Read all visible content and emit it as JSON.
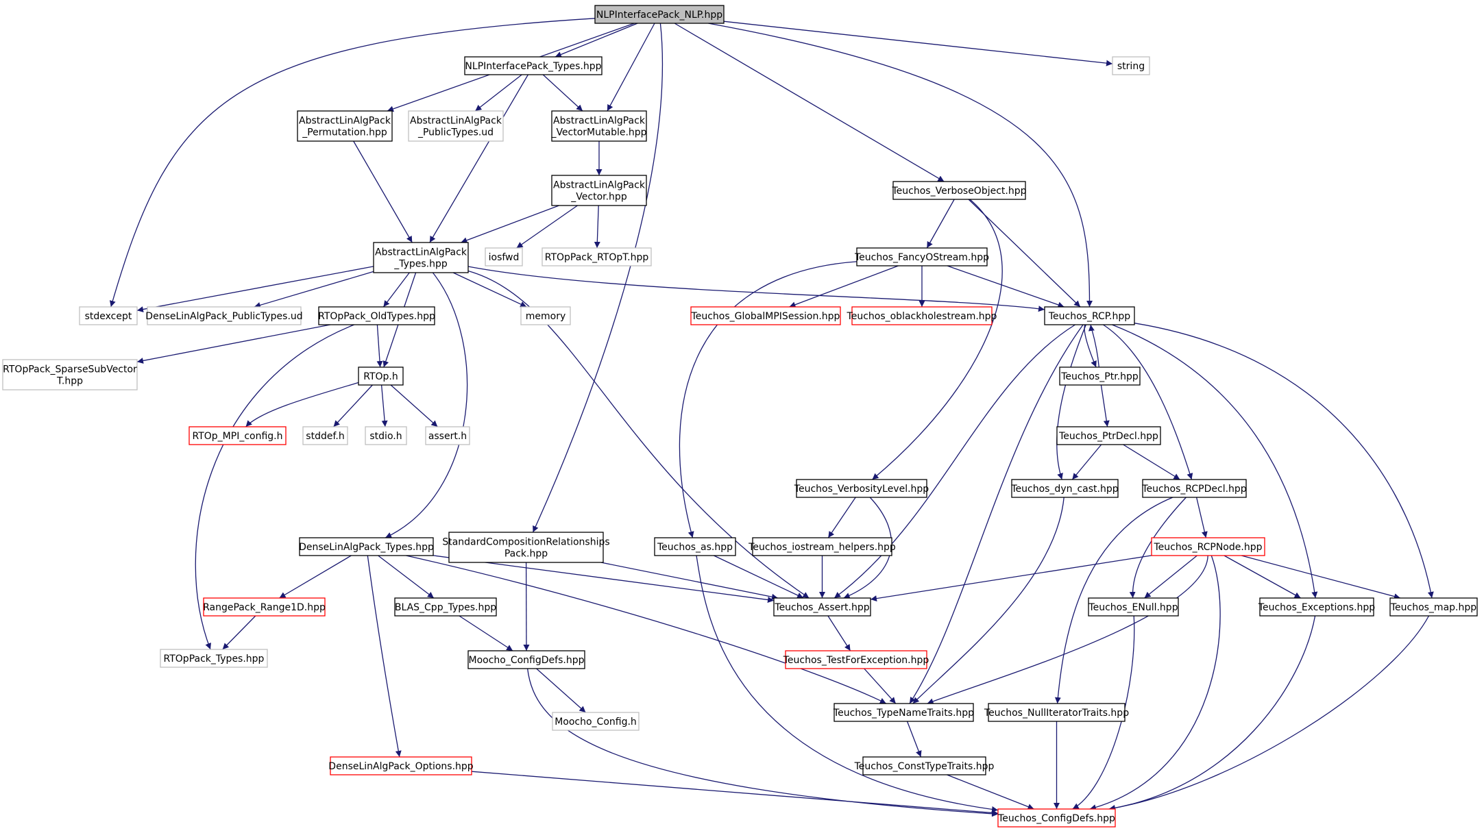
{
  "colors": {
    "edge": "#191970",
    "normal_border": "#000000",
    "missing_border": "#bfbfbf",
    "truncated_border": "#ff0000",
    "root_fill": "#bfbfbf",
    "fill": "#ffffff"
  },
  "nodes": {
    "nlp": {
      "lines": [
        "NLPInterfacePack_NLP.hpp"
      ],
      "kind": "root"
    },
    "nlp_types": {
      "lines": [
        "NLPInterfacePack_Types.hpp"
      ],
      "kind": "normal"
    },
    "string": {
      "lines": [
        "string"
      ],
      "kind": "missing"
    },
    "perm": {
      "lines": [
        "AbstractLinAlgPack",
        "_Permutation.hpp"
      ],
      "kind": "normal"
    },
    "pub_ud": {
      "lines": [
        "AbstractLinAlgPack",
        "_PublicTypes.ud"
      ],
      "kind": "missing"
    },
    "vecmut": {
      "lines": [
        "AbstractLinAlgPack",
        "_VectorMutable.hpp"
      ],
      "kind": "normal"
    },
    "vec": {
      "lines": [
        "AbstractLinAlgPack",
        "_Vector.hpp"
      ],
      "kind": "normal"
    },
    "verbose": {
      "lines": [
        "Teuchos_VerboseObject.hpp"
      ],
      "kind": "normal"
    },
    "alap_types": {
      "lines": [
        "AbstractLinAlgPack",
        "_Types.hpp"
      ],
      "kind": "normal"
    },
    "iosfwd": {
      "lines": [
        "iosfwd"
      ],
      "kind": "missing"
    },
    "rtopt": {
      "lines": [
        "RTOpPack_RTOpT.hpp"
      ],
      "kind": "missing"
    },
    "fancy": {
      "lines": [
        "Teuchos_FancyOStream.hpp"
      ],
      "kind": "normal"
    },
    "stdexcept": {
      "lines": [
        "stdexcept"
      ],
      "kind": "missing"
    },
    "dense_pub_ud": {
      "lines": [
        "DenseLinAlgPack_PublicTypes.ud"
      ],
      "kind": "missing"
    },
    "oldtypes": {
      "lines": [
        "RTOpPack_OldTypes.hpp"
      ],
      "kind": "normal"
    },
    "memory": {
      "lines": [
        "memory"
      ],
      "kind": "missing"
    },
    "mpisession": {
      "lines": [
        "Teuchos_GlobalMPISession.hpp"
      ],
      "kind": "truncated"
    },
    "oblack": {
      "lines": [
        "Teuchos_oblackholestream.hpp"
      ],
      "kind": "truncated"
    },
    "rcp": {
      "lines": [
        "Teuchos_RCP.hpp"
      ],
      "kind": "normal"
    },
    "sparse": {
      "lines": [
        "RTOpPack_SparseSubVector",
        "T.hpp"
      ],
      "kind": "missing"
    },
    "rtop_h": {
      "lines": [
        "RTOp.h"
      ],
      "kind": "normal"
    },
    "ptr": {
      "lines": [
        "Teuchos_Ptr.hpp"
      ],
      "kind": "normal"
    },
    "mpi_config": {
      "lines": [
        "RTOp_MPI_config.h"
      ],
      "kind": "truncated"
    },
    "stddef": {
      "lines": [
        "stddef.h"
      ],
      "kind": "missing"
    },
    "stdio": {
      "lines": [
        "stdio.h"
      ],
      "kind": "missing"
    },
    "assert_h": {
      "lines": [
        "assert.h"
      ],
      "kind": "missing"
    },
    "ptrdecl": {
      "lines": [
        "Teuchos_PtrDecl.hpp"
      ],
      "kind": "normal"
    },
    "verbosity": {
      "lines": [
        "Teuchos_VerbosityLevel.hpp"
      ],
      "kind": "normal"
    },
    "dyncast": {
      "lines": [
        "Teuchos_dyn_cast.hpp"
      ],
      "kind": "normal"
    },
    "rcpdecl": {
      "lines": [
        "Teuchos_RCPDecl.hpp"
      ],
      "kind": "normal"
    },
    "dense_types": {
      "lines": [
        "DenseLinAlgPack_Types.hpp"
      ],
      "kind": "normal"
    },
    "stdcomp": {
      "lines": [
        "StandardCompositionRelationships",
        "Pack.hpp"
      ],
      "kind": "normal"
    },
    "as": {
      "lines": [
        "Teuchos_as.hpp"
      ],
      "kind": "normal"
    },
    "iostream": {
      "lines": [
        "Teuchos_iostream_helpers.hpp"
      ],
      "kind": "normal"
    },
    "rcpnode": {
      "lines": [
        "Teuchos_RCPNode.hpp"
      ],
      "kind": "truncated"
    },
    "range1d": {
      "lines": [
        "RangePack_Range1D.hpp"
      ],
      "kind": "truncated"
    },
    "blas": {
      "lines": [
        "BLAS_Cpp_Types.hpp"
      ],
      "kind": "normal"
    },
    "assert_hpp": {
      "lines": [
        "Teuchos_Assert.hpp"
      ],
      "kind": "normal"
    },
    "enull": {
      "lines": [
        "Teuchos_ENull.hpp"
      ],
      "kind": "normal"
    },
    "exceptions": {
      "lines": [
        "Teuchos_Exceptions.hpp"
      ],
      "kind": "normal"
    },
    "map": {
      "lines": [
        "Teuchos_map.hpp"
      ],
      "kind": "normal"
    },
    "rtoptypes": {
      "lines": [
        "RTOpPack_Types.hpp"
      ],
      "kind": "missing"
    },
    "moocho_defs": {
      "lines": [
        "Moocho_ConfigDefs.hpp"
      ],
      "kind": "normal"
    },
    "testforexc": {
      "lines": [
        "Teuchos_TestForException.hpp"
      ],
      "kind": "truncated"
    },
    "moocho_cfg": {
      "lines": [
        "Moocho_Config.h"
      ],
      "kind": "missing"
    },
    "typename": {
      "lines": [
        "Teuchos_TypeNameTraits.hpp"
      ],
      "kind": "normal"
    },
    "nulliter": {
      "lines": [
        "Teuchos_NullIteratorTraits.hpp"
      ],
      "kind": "normal"
    },
    "dense_opts": {
      "lines": [
        "DenseLinAlgPack_Options.hpp"
      ],
      "kind": "truncated"
    },
    "consttype": {
      "lines": [
        "Teuchos_ConstTypeTraits.hpp"
      ],
      "kind": "normal"
    },
    "configdefs": {
      "lines": [
        "Teuchos_ConfigDefs.hpp"
      ],
      "kind": "truncated"
    }
  },
  "edges": [
    [
      "nlp",
      "nlp_types"
    ],
    [
      "nlp",
      "perm"
    ],
    [
      "nlp",
      "vecmut"
    ],
    [
      "nlp",
      "string"
    ],
    [
      "nlp",
      "stdexcept"
    ],
    [
      "nlp",
      "verbose"
    ],
    [
      "nlp",
      "rcp"
    ],
    [
      "nlp",
      "stdcomp"
    ],
    [
      "nlp_types",
      "pub_ud"
    ],
    [
      "nlp_types",
      "vecmut"
    ],
    [
      "nlp_types",
      "alap_types"
    ],
    [
      "perm",
      "alap_types"
    ],
    [
      "vecmut",
      "vec"
    ],
    [
      "vec",
      "alap_types"
    ],
    [
      "vec",
      "iosfwd"
    ],
    [
      "vec",
      "rtopt"
    ],
    [
      "alap_types",
      "stdexcept"
    ],
    [
      "alap_types",
      "dense_pub_ud"
    ],
    [
      "alap_types",
      "oldtypes"
    ],
    [
      "alap_types",
      "memory"
    ],
    [
      "alap_types",
      "rtop_h"
    ],
    [
      "alap_types",
      "rcp"
    ],
    [
      "alap_types",
      "dense_types"
    ],
    [
      "alap_types",
      "assert_hpp"
    ],
    [
      "oldtypes",
      "sparse"
    ],
    [
      "oldtypes",
      "rtop_h"
    ],
    [
      "oldtypes",
      "rtoptypes"
    ],
    [
      "rtop_h",
      "mpi_config"
    ],
    [
      "rtop_h",
      "stddef"
    ],
    [
      "rtop_h",
      "stdio"
    ],
    [
      "rtop_h",
      "assert_h"
    ],
    [
      "verbose",
      "fancy"
    ],
    [
      "verbose",
      "rcp"
    ],
    [
      "verbose",
      "verbosity"
    ],
    [
      "fancy",
      "mpisession"
    ],
    [
      "fancy",
      "oblack"
    ],
    [
      "fancy",
      "rcp"
    ],
    [
      "fancy",
      "as"
    ],
    [
      "rcp",
      "ptr"
    ],
    [
      "rcp",
      "dyncast"
    ],
    [
      "rcp",
      "rcpdecl"
    ],
    [
      "rcp",
      "assert_hpp"
    ],
    [
      "rcp",
      "typename"
    ],
    [
      "rcp",
      "exceptions"
    ],
    [
      "rcp",
      "map"
    ],
    [
      "ptr",
      "rcp"
    ],
    [
      "ptr",
      "ptrdecl"
    ],
    [
      "ptrdecl",
      "dyncast"
    ],
    [
      "ptrdecl",
      "rcpdecl"
    ],
    [
      "rcpdecl",
      "rcpnode"
    ],
    [
      "rcpdecl",
      "enull"
    ],
    [
      "rcpdecl",
      "nulliter"
    ],
    [
      "rcpnode",
      "assert_hpp"
    ],
    [
      "rcpnode",
      "enull"
    ],
    [
      "rcpnode",
      "exceptions"
    ],
    [
      "rcpnode",
      "map"
    ],
    [
      "rcpnode",
      "typename"
    ],
    [
      "rcpnode",
      "configdefs"
    ],
    [
      "dyncast",
      "typename"
    ],
    [
      "verbosity",
      "iostream"
    ],
    [
      "verbosity",
      "assert_hpp"
    ],
    [
      "iostream",
      "assert_hpp"
    ],
    [
      "as",
      "assert_hpp"
    ],
    [
      "as",
      "configdefs"
    ],
    [
      "stdcomp",
      "assert_hpp"
    ],
    [
      "stdcomp",
      "moocho_defs"
    ],
    [
      "dense_types",
      "range1d"
    ],
    [
      "dense_types",
      "blas"
    ],
    [
      "dense_types",
      "assert_hpp"
    ],
    [
      "dense_types",
      "typename"
    ],
    [
      "dense_types",
      "dense_opts"
    ],
    [
      "range1d",
      "rtoptypes"
    ],
    [
      "blas",
      "moocho_defs"
    ],
    [
      "moocho_defs",
      "moocho_cfg"
    ],
    [
      "moocho_defs",
      "configdefs"
    ],
    [
      "assert_hpp",
      "testforexc"
    ],
    [
      "testforexc",
      "typename"
    ],
    [
      "typename",
      "consttype"
    ],
    [
      "consttype",
      "configdefs"
    ],
    [
      "nulliter",
      "configdefs"
    ],
    [
      "enull",
      "configdefs"
    ],
    [
      "exceptions",
      "configdefs"
    ],
    [
      "map",
      "configdefs"
    ],
    [
      "dense_opts",
      "configdefs"
    ]
  ]
}
